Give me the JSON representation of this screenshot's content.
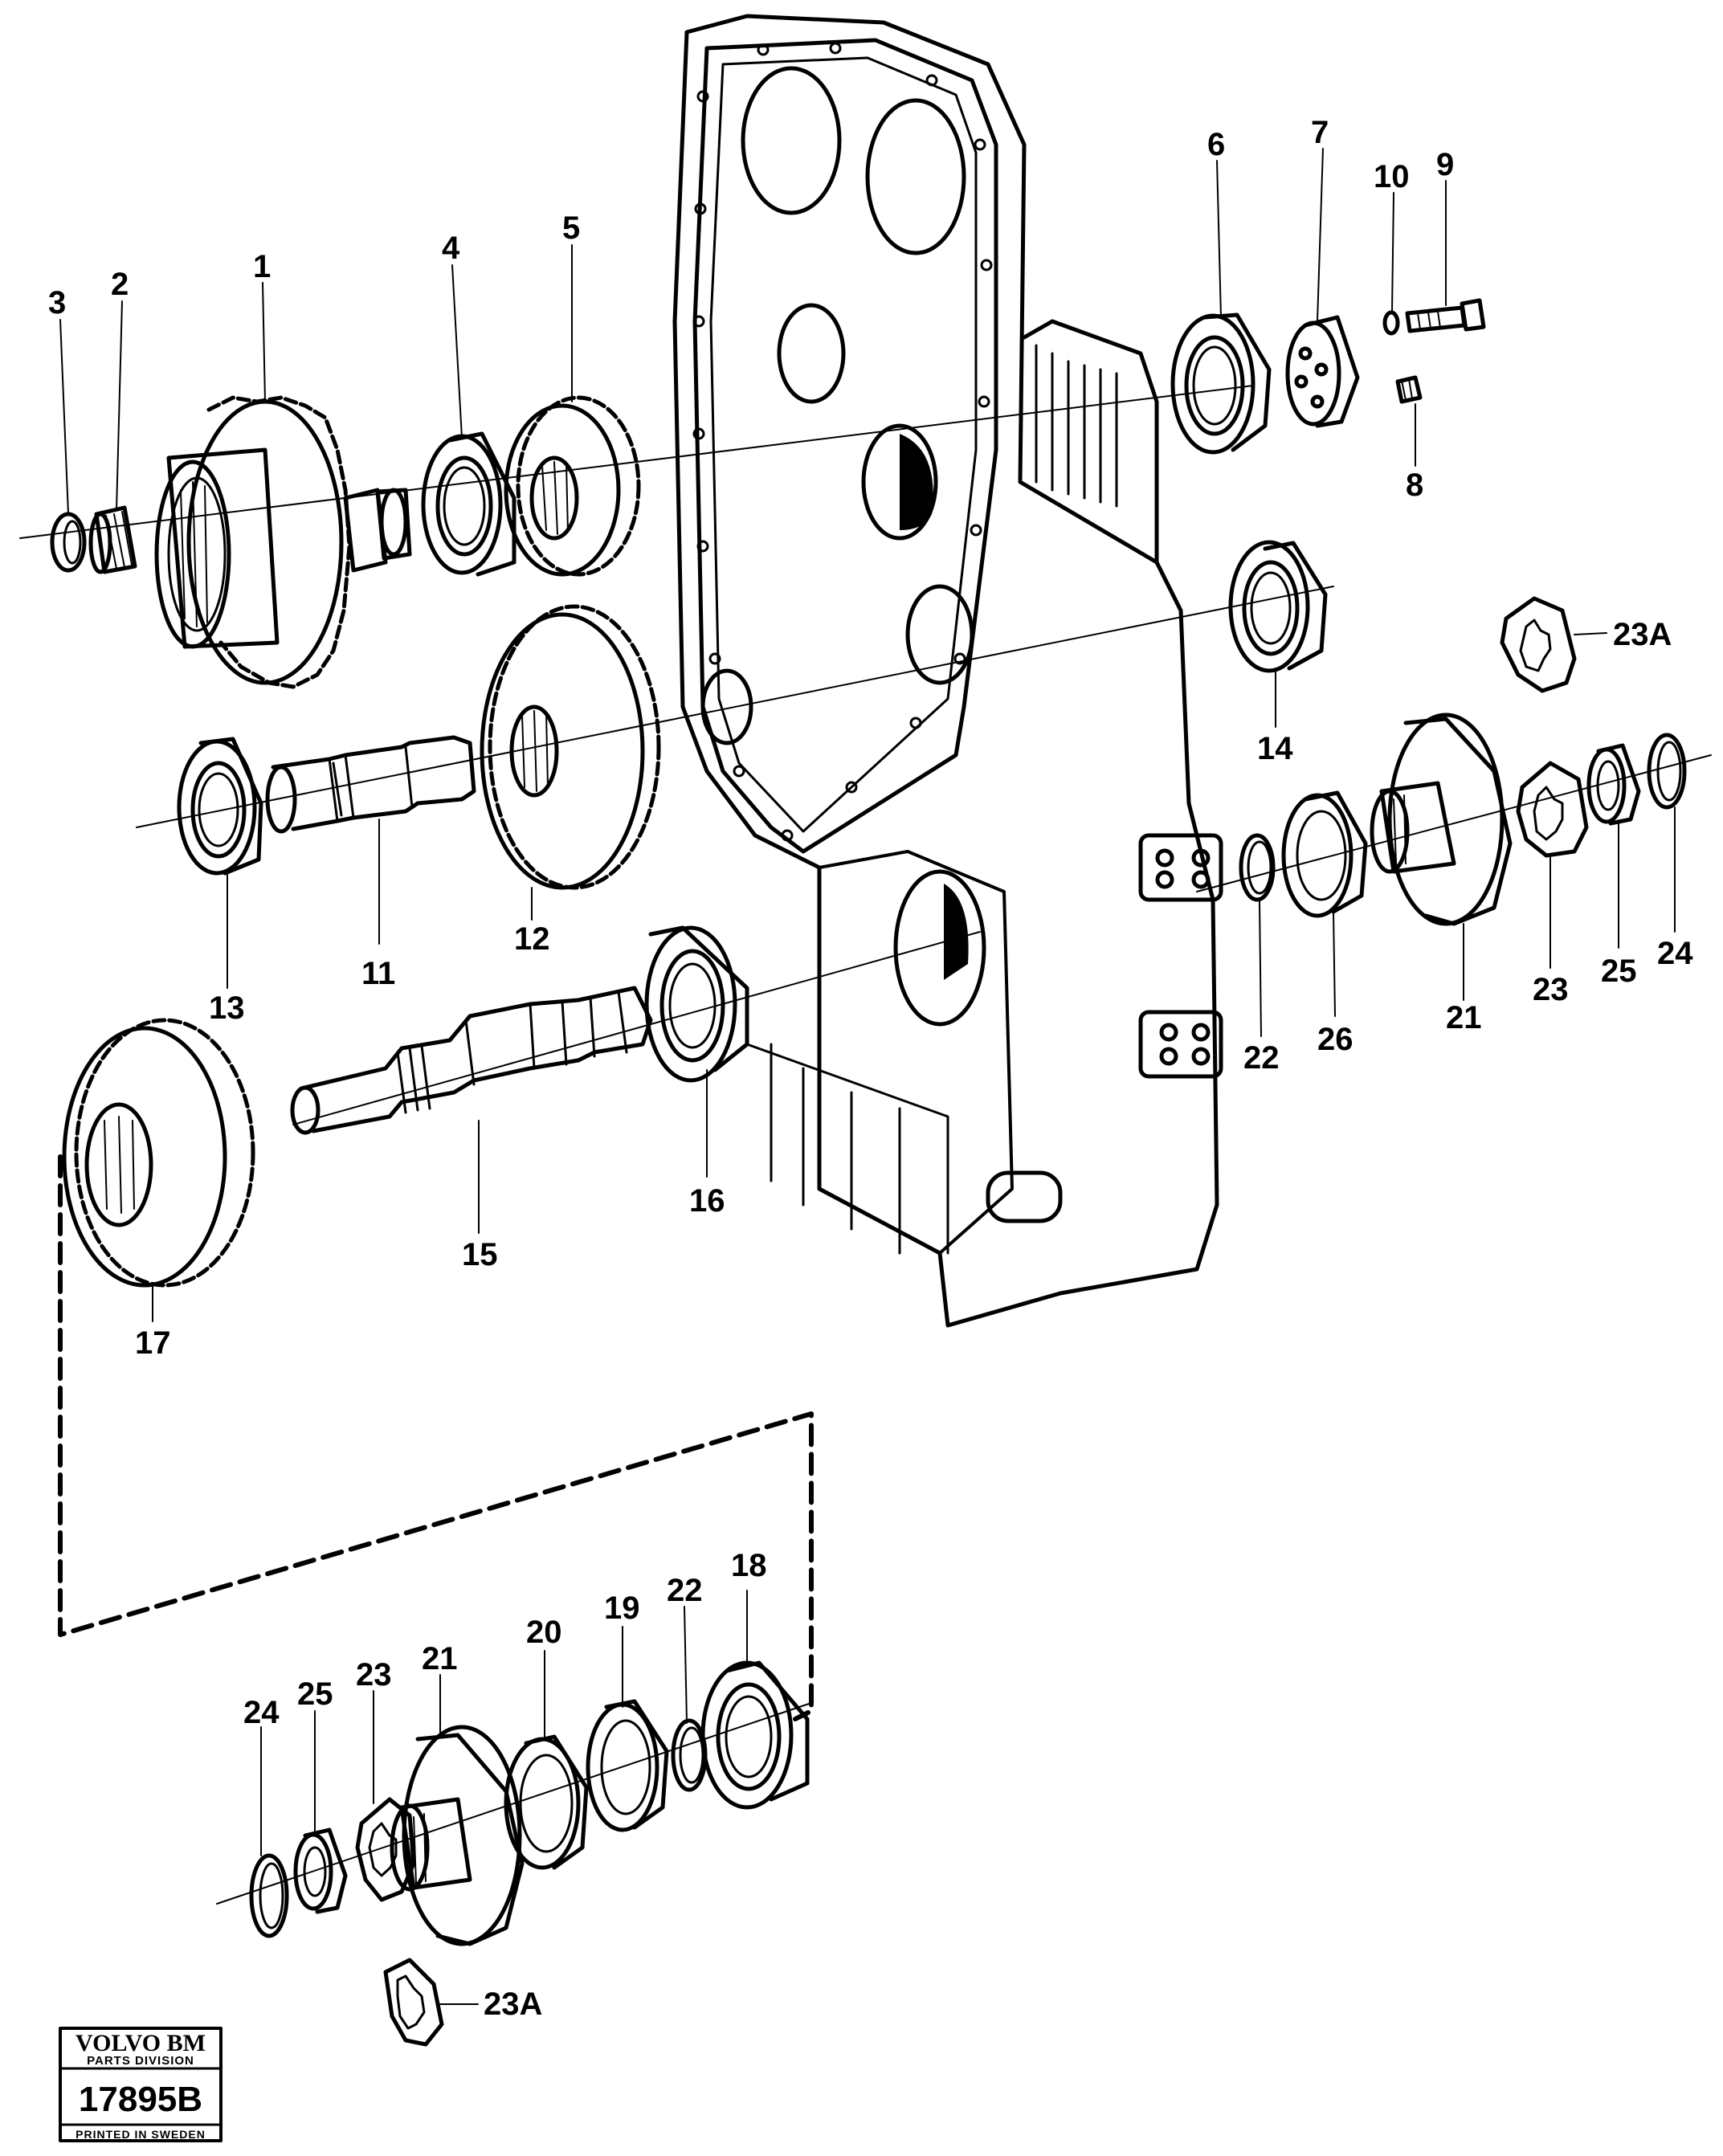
{
  "callouts": {
    "c1": "1",
    "c2": "2",
    "c3": "3",
    "c4": "4",
    "c5": "5",
    "c6": "6",
    "c7": "7",
    "c8": "8",
    "c9": "9",
    "c10": "10",
    "c11": "11",
    "c12": "12",
    "c13": "13",
    "c14": "14",
    "c15": "15",
    "c16": "16",
    "c17": "17",
    "c18": "18",
    "c19": "19",
    "c20": "20",
    "c21a": "21",
    "c21b": "21",
    "c22a": "22",
    "c22b": "22",
    "c23a": "23",
    "c23b": "23",
    "c23Aa": "23A",
    "c23Ab": "23A",
    "c24a": "24",
    "c24b": "24",
    "c25a": "25",
    "c25b": "25",
    "c26": "26"
  },
  "stamp": {
    "brand": "VOLVO BM",
    "division": "PARTS DIVISION",
    "code": "17895B",
    "printed": "PRINTED IN SWEDEN"
  }
}
